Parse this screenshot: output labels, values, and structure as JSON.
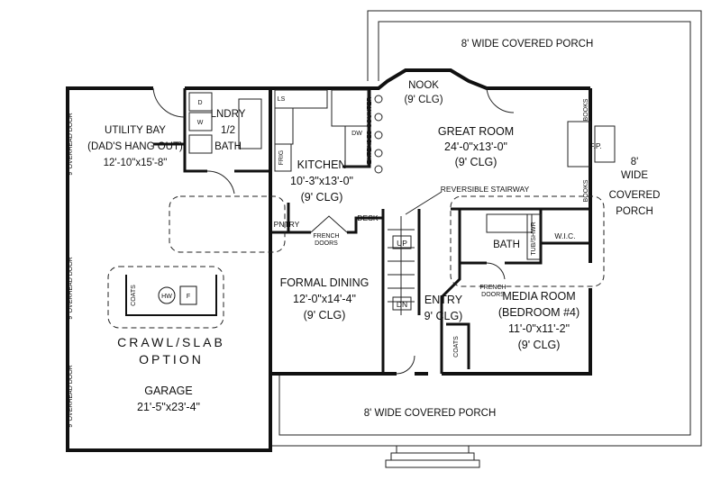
{
  "plan": {
    "top_porch": "8' WIDE COVERED PORCH",
    "bottom_porch": "8' WIDE COVERED PORCH",
    "right_porch": [
      "8'",
      "WIDE",
      "COVERED",
      "PORCH"
    ],
    "nook": [
      "NOOK",
      "(9' CLG)"
    ],
    "great_room": [
      "GREAT ROOM",
      "24'-0\"x13'-0\"",
      "(9' CLG)"
    ],
    "utility_bay": [
      "UTILITY BAY",
      "(DAD'S HANG OUT)",
      "12'-10\"x15'-8\""
    ],
    "laundry_bath": [
      "LNDRY",
      "1/2",
      "BATH"
    ],
    "kitchen": [
      "KITCHEN",
      "10'-3\"x13'-0\"",
      "(9' CLG)"
    ],
    "pantry": "PNTRY",
    "french_doors_dining": [
      "FRENCH",
      "DOORS"
    ],
    "desk": "DESK",
    "reversible_stairway": "REVERSIBLE STAIRWAY",
    "stair_up": "UP",
    "stair_dn": "DN",
    "formal_dining": [
      "FORMAL DINING",
      "12'-0\"x14'-4\"",
      "(9' CLG)"
    ],
    "entry": [
      "ENTRY",
      "9' CLG)"
    ],
    "coats": "COATS",
    "bath": "BATH",
    "tub_shwr": "TUB/SHWR",
    "wic": "W.I.C.",
    "french_doors_media": [
      "FRENCH",
      "DOORS"
    ],
    "media_room": [
      "MEDIA ROOM",
      "(BEDROOM #4)",
      "11'-0\"x11'-2\"",
      "(9' CLG)"
    ],
    "fireplace": "F.P.",
    "books": "BOOKS",
    "extended_counter": "EXTENDED COUNTER",
    "frig": "FRIG",
    "ls": "LS",
    "dw": "DW",
    "washer": "W",
    "dryer": "D",
    "crawl_slab": [
      "CRAWL/SLAB",
      "OPTION"
    ],
    "hw": "HW",
    "f": "F",
    "crawl_coats": "COATS",
    "garage": [
      "GARAGE",
      "21'-5\"x23'-4\""
    ],
    "overhead_door": "9' OVERHEAD DOOR"
  }
}
